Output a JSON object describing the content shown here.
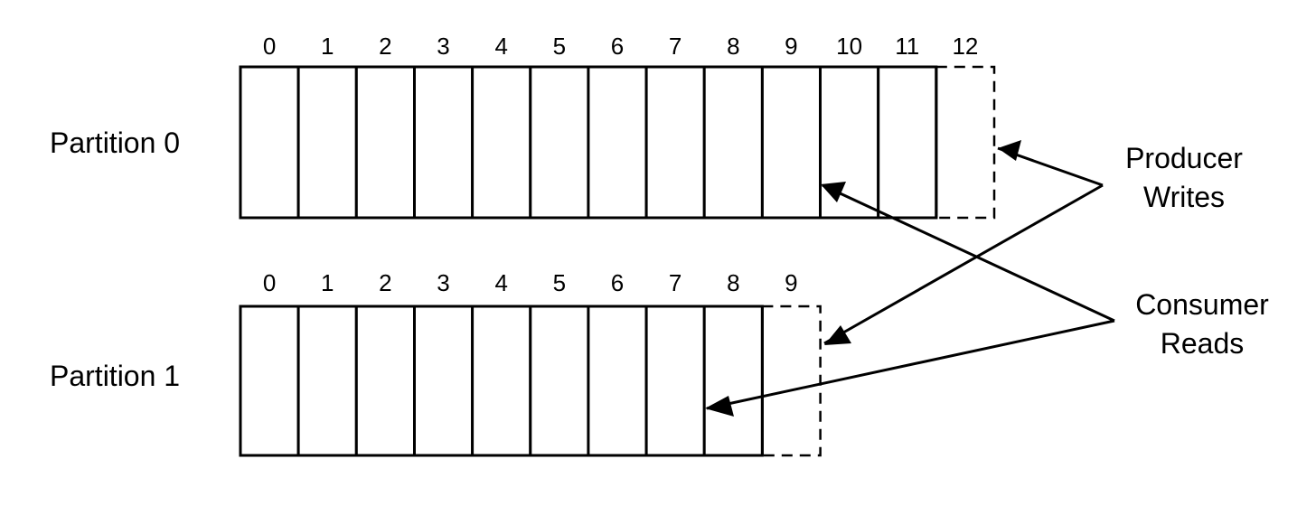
{
  "diagram": {
    "colors": {
      "line": "#000000",
      "background": "#ffffff"
    },
    "partitions": [
      {
        "label": "Partition 0",
        "offsets": [
          "0",
          "1",
          "2",
          "3",
          "4",
          "5",
          "6",
          "7",
          "8",
          "9",
          "10",
          "11",
          "12"
        ],
        "written_count": 12,
        "next_write_offset": "12"
      },
      {
        "label": "Partition 1",
        "offsets": [
          "0",
          "1",
          "2",
          "3",
          "4",
          "5",
          "6",
          "7",
          "8",
          "9"
        ],
        "written_count": 9,
        "next_write_offset": "9"
      }
    ],
    "callouts": {
      "producer": {
        "line1": "Producer",
        "line2": "Writes"
      },
      "consumer": {
        "line1": "Consumer",
        "line2": "Reads"
      }
    }
  }
}
